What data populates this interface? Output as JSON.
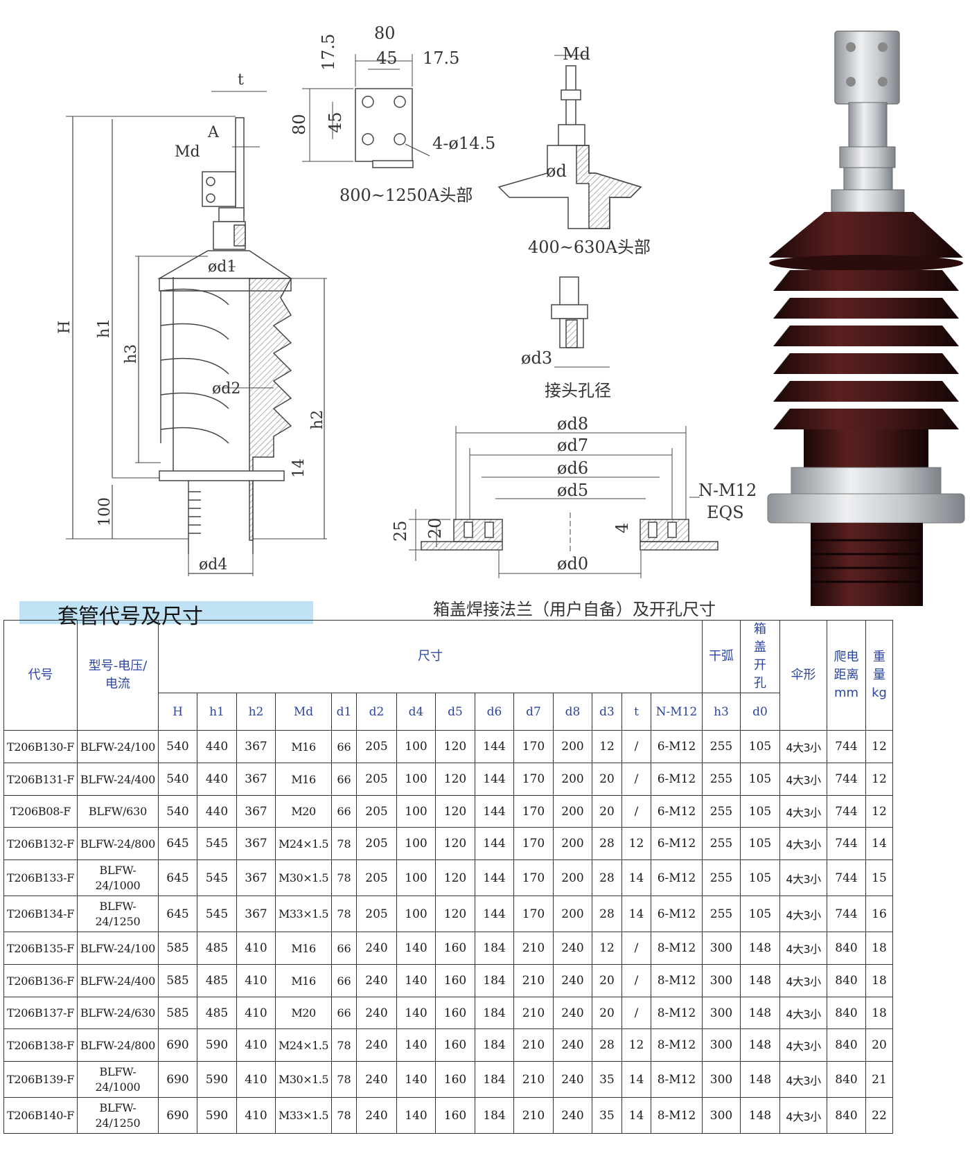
{
  "drawing": {
    "dims_main": {
      "H": "H",
      "h1": "h1",
      "h2": "h2",
      "h3": "h3",
      "t": "t",
      "A": "A",
      "Md": "Md",
      "d1": "ød1",
      "d2": "ød2",
      "d4": "ød4",
      "dim100": "100",
      "dim14": "14"
    },
    "head_1250": {
      "w80": "80",
      "w45": "45",
      "e17a": "17.5",
      "e17b": "17.5",
      "h80": "80",
      "h45": "45",
      "holes": "4-ø14.5",
      "caption": "800~1250A头部"
    },
    "head_630": {
      "Md": "Md",
      "d": "ød",
      "caption": "400~630A头部"
    },
    "joint": {
      "d3": "ød3",
      "caption": "接头孔径"
    },
    "flange": {
      "d8": "ød8",
      "d7": "ød7",
      "d6": "ød6",
      "d5": "ød5",
      "d0": "ød0",
      "nm12": "N-M12",
      "eqs": "EQS",
      "dim25": "25",
      "dim20": "20",
      "dim4": "4",
      "caption": "箱盖焊接法兰（用户自备）及开孔尺寸"
    }
  },
  "section_title": "套管代号及尺寸",
  "table": {
    "headers": {
      "code": "代号",
      "model": "型号-电压/电流",
      "size": "尺寸",
      "arc": "干弧",
      "hole": "箱盖开孔",
      "shape": "伞形",
      "creep": "爬电距离mm",
      "weight": "重量kg"
    },
    "subheaders": [
      "H",
      "h1",
      "h2",
      "Md",
      "d1",
      "d2",
      "d4",
      "d5",
      "d6",
      "d7",
      "d8",
      "d3",
      "t",
      "N-M12",
      "h3",
      "d0"
    ],
    "rows": [
      [
        "T206B130-F",
        "BLFW-24/100",
        "540",
        "440",
        "367",
        "M16",
        "66",
        "205",
        "100",
        "120",
        "144",
        "170",
        "200",
        "12",
        "/",
        "6-M12",
        "255",
        "105",
        "4大3小",
        "744",
        "12"
      ],
      [
        "T206B131-F",
        "BLFW-24/400",
        "540",
        "440",
        "367",
        "M16",
        "66",
        "205",
        "100",
        "120",
        "144",
        "170",
        "200",
        "20",
        "/",
        "6-M12",
        "255",
        "105",
        "4大3小",
        "744",
        "12"
      ],
      [
        "T206B08-F",
        "BLFW/630",
        "540",
        "440",
        "367",
        "M20",
        "66",
        "205",
        "100",
        "120",
        "144",
        "170",
        "200",
        "20",
        "/",
        "6-M12",
        "255",
        "105",
        "4大3小",
        "744",
        "12"
      ],
      [
        "T206B132-F",
        "BLFW-24/800",
        "645",
        "545",
        "367",
        "M24×1.5",
        "78",
        "205",
        "100",
        "120",
        "144",
        "170",
        "200",
        "28",
        "12",
        "6-M12",
        "255",
        "105",
        "4大3小",
        "744",
        "14"
      ],
      [
        "T206B133-F",
        "BLFW-24/1000",
        "645",
        "545",
        "367",
        "M30×1.5",
        "78",
        "205",
        "100",
        "120",
        "144",
        "170",
        "200",
        "28",
        "14",
        "6-M12",
        "255",
        "105",
        "4大3小",
        "744",
        "15"
      ],
      [
        "T206B134-F",
        "BLFW-24/1250",
        "645",
        "545",
        "367",
        "M33×1.5",
        "78",
        "205",
        "100",
        "120",
        "144",
        "170",
        "200",
        "28",
        "14",
        "6-M12",
        "255",
        "105",
        "4大3小",
        "744",
        "16"
      ],
      [
        "T206B135-F",
        "BLFW-24/100",
        "585",
        "485",
        "410",
        "M16",
        "66",
        "240",
        "140",
        "160",
        "184",
        "210",
        "240",
        "12",
        "/",
        "8-M12",
        "300",
        "148",
        "4大3小",
        "840",
        "18"
      ],
      [
        "T206B136-F",
        "BLFW-24/400",
        "585",
        "485",
        "410",
        "M16",
        "66",
        "240",
        "140",
        "160",
        "184",
        "210",
        "240",
        "20",
        "/",
        "8-M12",
        "300",
        "148",
        "4大3小",
        "840",
        "18"
      ],
      [
        "T206B137-F",
        "BLFW-24/630",
        "585",
        "485",
        "410",
        "M20",
        "66",
        "240",
        "140",
        "160",
        "184",
        "210",
        "240",
        "20",
        "/",
        "8-M12",
        "300",
        "148",
        "4大3小",
        "840",
        "18"
      ],
      [
        "T206B138-F",
        "BLFW-24/800",
        "690",
        "590",
        "410",
        "M24×1.5",
        "78",
        "240",
        "140",
        "160",
        "184",
        "210",
        "240",
        "28",
        "12",
        "8-M12",
        "300",
        "148",
        "4大3小",
        "840",
        "20"
      ],
      [
        "T206B139-F",
        "BLFW-24/1000",
        "690",
        "590",
        "410",
        "M30×1.5",
        "78",
        "240",
        "140",
        "160",
        "184",
        "210",
        "240",
        "35",
        "14",
        "8-M12",
        "300",
        "148",
        "4大3小",
        "840",
        "21"
      ],
      [
        "T206B140-F",
        "BLFW-24/1250",
        "690",
        "590",
        "410",
        "M33×1.5",
        "78",
        "240",
        "140",
        "160",
        "184",
        "210",
        "240",
        "35",
        "14",
        "8-M12",
        "300",
        "148",
        "4大3小",
        "840",
        "22"
      ]
    ]
  },
  "colors": {
    "title_bar": "#bfe3f5",
    "header_text": "#2c46a0",
    "insulator": "#3a1414",
    "metal": "#c9ccd0"
  }
}
